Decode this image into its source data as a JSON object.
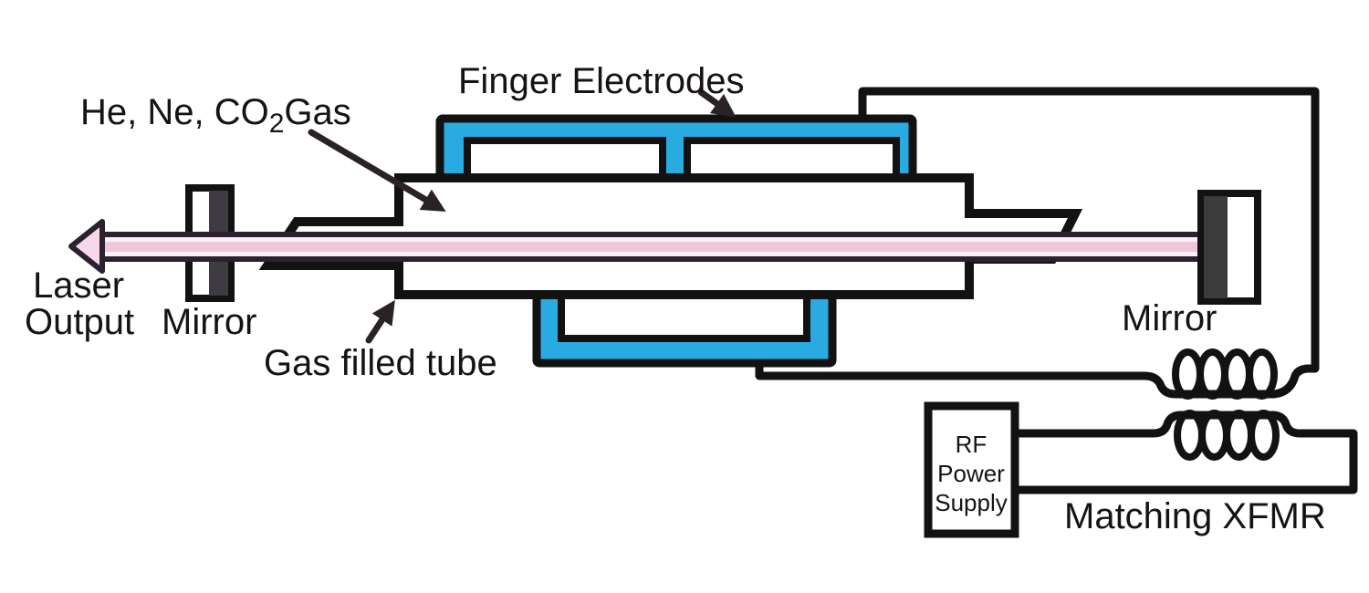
{
  "diagram": {
    "type": "schematic",
    "subject": "RF-excited CO2 gas laser with matching transformer",
    "labels": {
      "finger_electrodes": "Finger Electrodes",
      "gas_prefix": "He, Ne, CO",
      "gas_sub": "2",
      "gas_suffix": "Gas",
      "laser_line1": "Laser",
      "laser_line2": "Output",
      "mirror_left": "Mirror",
      "gas_filled_tube": "Gas filled tube",
      "mirror_right": "Mirror",
      "rf_line1": "RF",
      "rf_line2": "Power",
      "rf_line3": "Supply",
      "matching_xfmr": "Matching XFMR"
    },
    "colors": {
      "electrode_blue": "#29abe2",
      "outline_black": "#121212",
      "beam_pink": "#efc7da",
      "beam_fill": "#fcf0f6",
      "arrowhead_pink": "#f6d8e8",
      "mirror_dark_left": "#3f3b43",
      "mirror_dark_right": "#3b3b3b",
      "background": "#ffffff"
    }
  }
}
